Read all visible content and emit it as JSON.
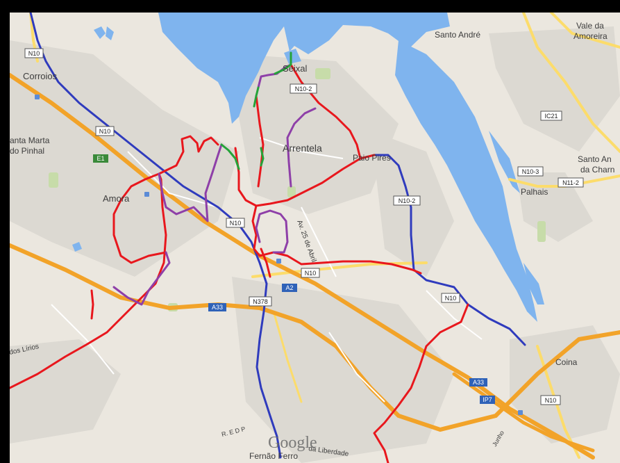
{
  "map": {
    "places": [
      {
        "id": "seixal",
        "name": "Seixal"
      },
      {
        "id": "arrentela",
        "name": "Arrentela"
      },
      {
        "id": "paio-pires",
        "name": "Paio Pires"
      },
      {
        "id": "amora",
        "name": "Amora"
      },
      {
        "id": "corroios",
        "name": "Corroios"
      },
      {
        "id": "santa-marta-1",
        "name": "anta Marta"
      },
      {
        "id": "santa-marta-2",
        "name": "do Pinhal"
      },
      {
        "id": "santo-andre",
        "name": "Santo André"
      },
      {
        "id": "vale-1",
        "name": "Vale da"
      },
      {
        "id": "vale-2",
        "name": "Amoreira"
      },
      {
        "id": "santo-an-1",
        "name": "Santo An"
      },
      {
        "id": "santo-an-2",
        "name": "da Charn"
      },
      {
        "id": "palhais",
        "name": "Palhais"
      },
      {
        "id": "coina",
        "name": "Coina"
      },
      {
        "id": "fernao-ferro",
        "name": "Fernão Ferro"
      },
      {
        "id": "dos-lirios",
        "name": "dos Lírios"
      },
      {
        "id": "av-25-abril",
        "name": "Av. 25 de Abril"
      },
      {
        "id": "liberdade",
        "name": "da Liberdade"
      },
      {
        "id": "redp",
        "name": "R. E D P"
      },
      {
        "id": "junho",
        "name": "Junho"
      }
    ],
    "road_shields": [
      {
        "id": "n10-corroios",
        "label": "N10",
        "type": "white"
      },
      {
        "id": "n10-2-seixal",
        "label": "N10-2",
        "type": "white"
      },
      {
        "id": "n10-mid",
        "label": "N10",
        "type": "white"
      },
      {
        "id": "n10-center",
        "label": "N10",
        "type": "white"
      },
      {
        "id": "n10-2-paio",
        "label": "N10-2",
        "type": "white"
      },
      {
        "id": "n10-lower",
        "label": "N10",
        "type": "white"
      },
      {
        "id": "n10-right",
        "label": "N10",
        "type": "white"
      },
      {
        "id": "n378",
        "label": "N378",
        "type": "white"
      },
      {
        "id": "n10-3",
        "label": "N10-3",
        "type": "white"
      },
      {
        "id": "n11-2",
        "label": "N11-2",
        "type": "white"
      },
      {
        "id": "ic21",
        "label": "IC21",
        "type": "white"
      },
      {
        "id": "n10-coina",
        "label": "N10",
        "type": "white"
      },
      {
        "id": "e1",
        "label": "E1",
        "type": "green"
      },
      {
        "id": "a2",
        "label": "A2",
        "type": "blue"
      },
      {
        "id": "a33-left",
        "label": "A33",
        "type": "blue"
      },
      {
        "id": "a33-right",
        "label": "A33",
        "type": "blue"
      },
      {
        "id": "ip7",
        "label": "IP7",
        "type": "blue"
      }
    ],
    "attribution": "Google",
    "route_colors": {
      "red": "#e8171d",
      "blue": "#2f3bbd",
      "purple": "#8e3fa8",
      "green": "#25a339"
    },
    "base_colors": {
      "land": "#ebe7df",
      "urban": "#dddad3",
      "water": "#7fb3ee",
      "motorway": "#f2a329",
      "major_road": "#fcdc6b",
      "park": "#c4dca8"
    }
  }
}
